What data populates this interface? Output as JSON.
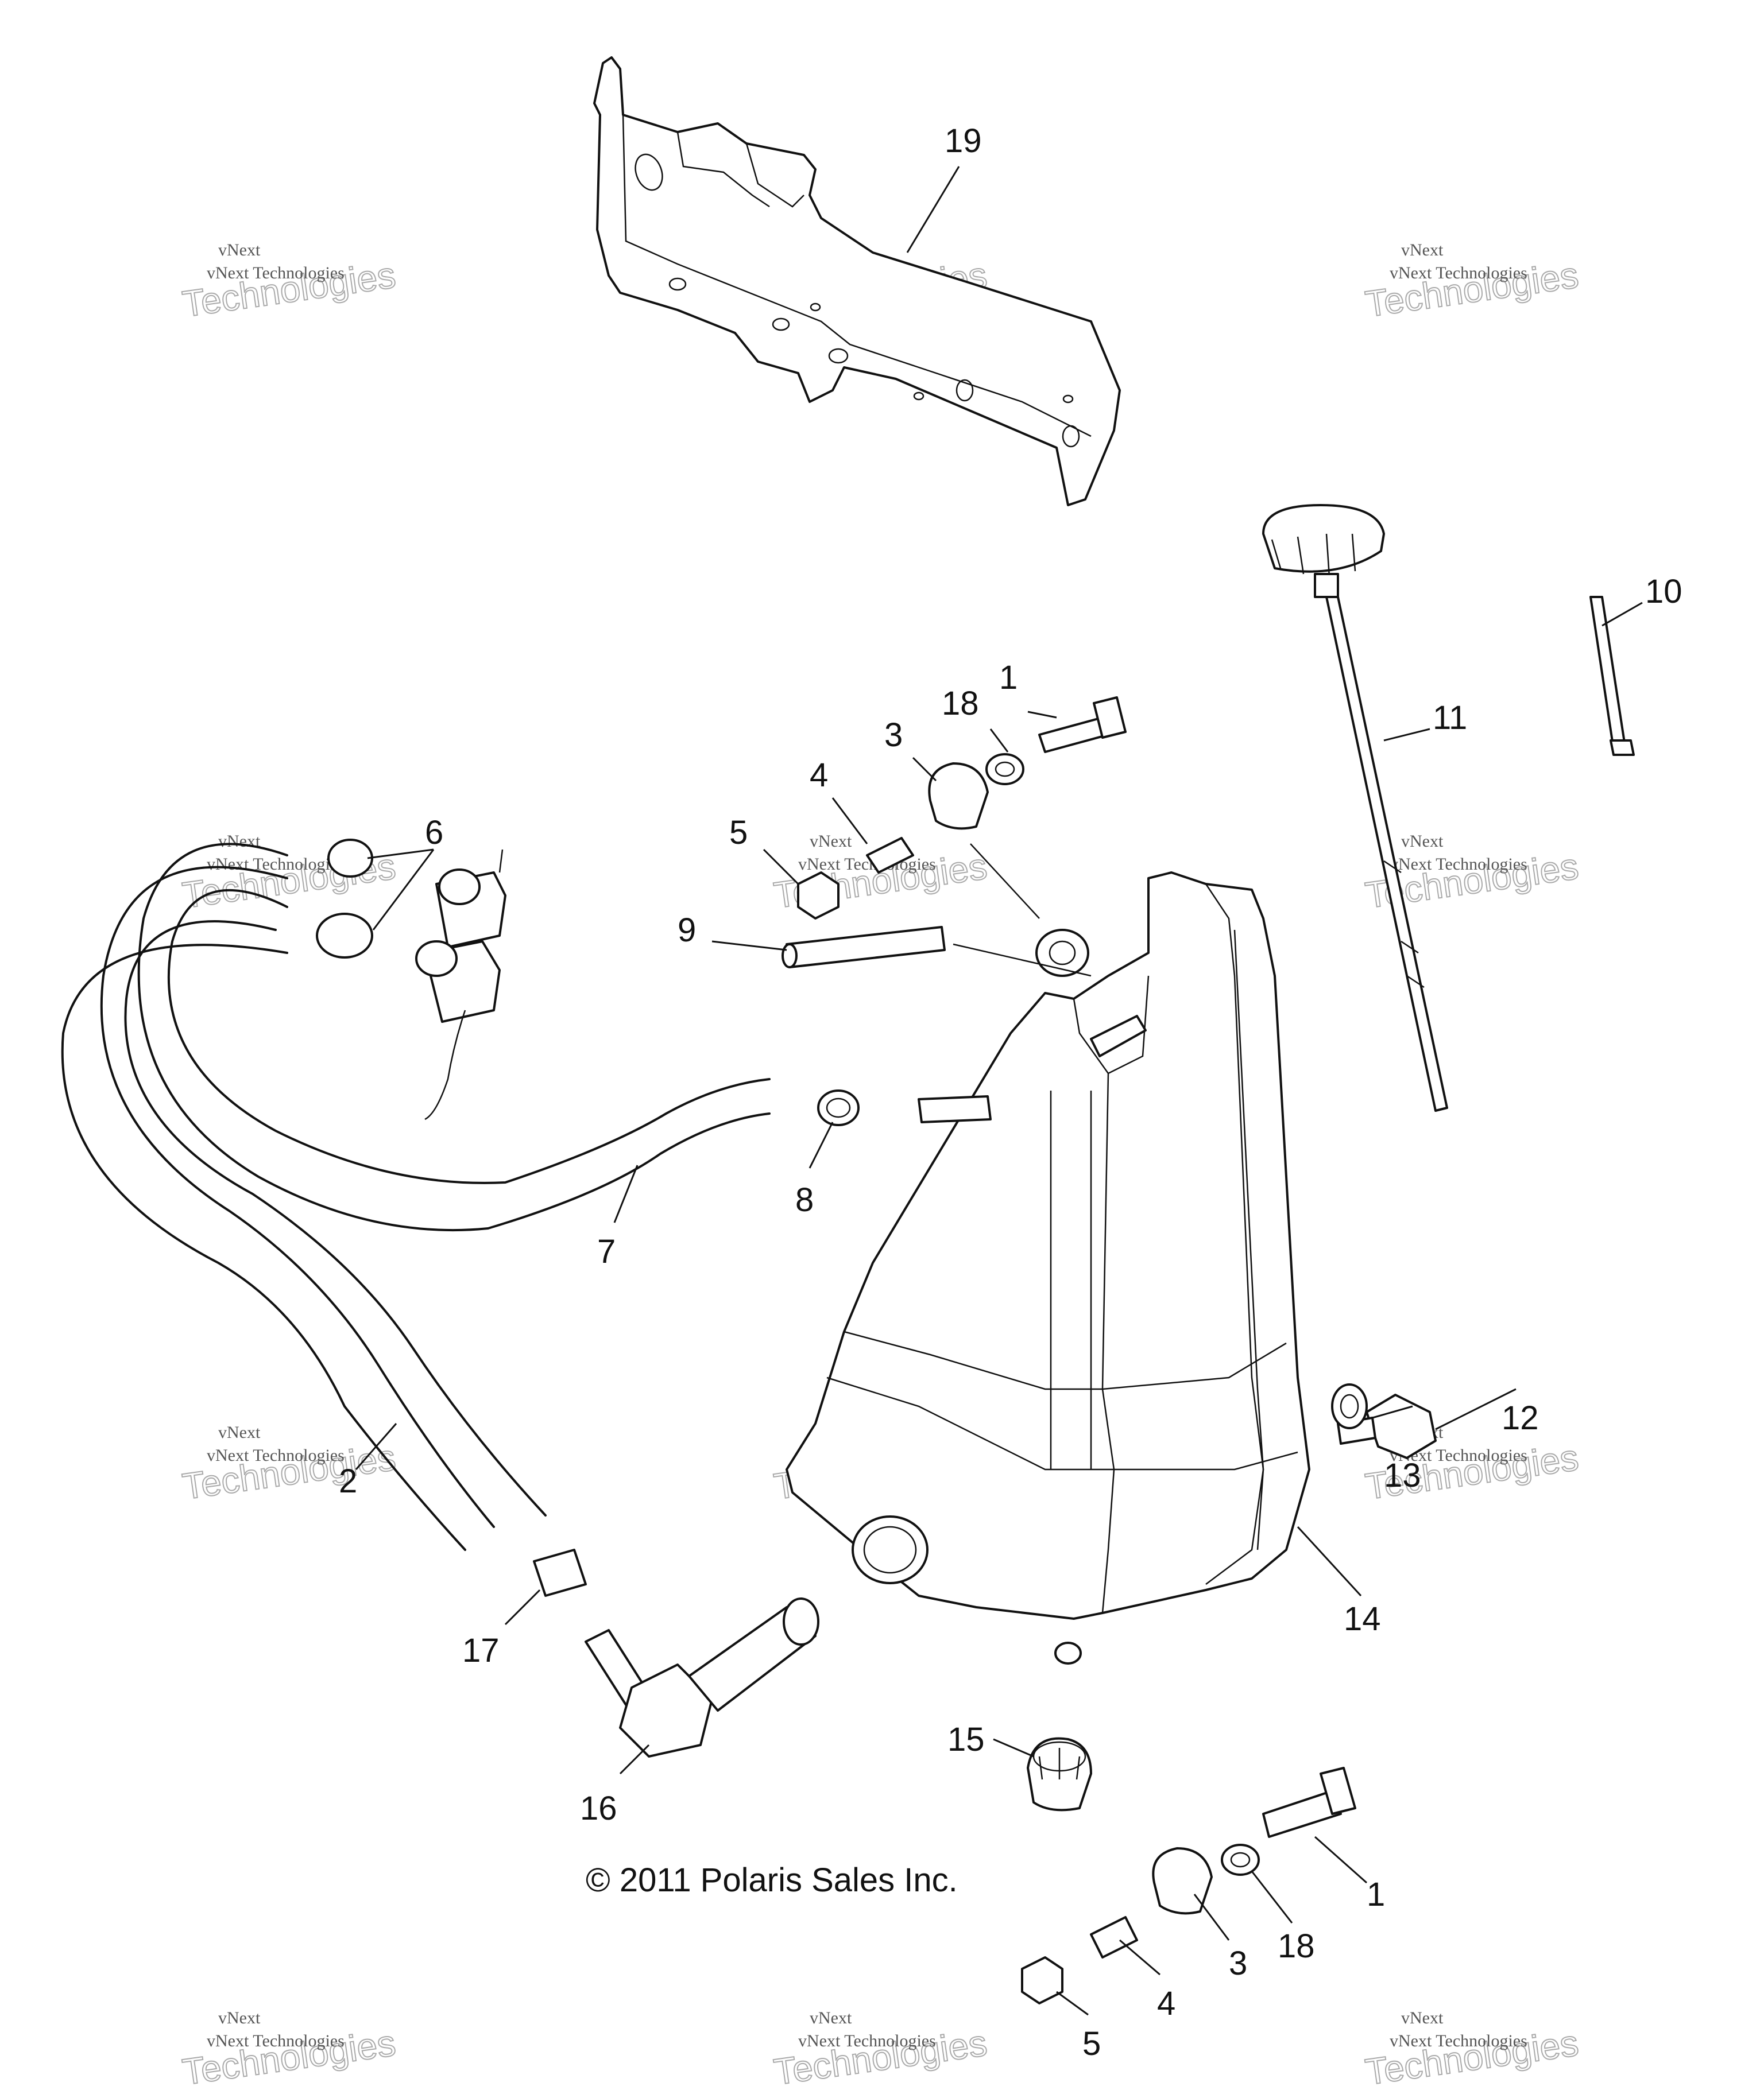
{
  "copyright": "© 2011 Polaris Sales Inc.",
  "watermark": {
    "top": "vNext",
    "line": "vNext Technologies",
    "big": "Technologies"
  },
  "callouts": [
    {
      "id": "19",
      "label": "19"
    },
    {
      "id": "10",
      "label": "10"
    },
    {
      "id": "11",
      "label": "11"
    },
    {
      "id": "18a",
      "label": "18"
    },
    {
      "id": "1a",
      "label": "1"
    },
    {
      "id": "3a",
      "label": "3"
    },
    {
      "id": "4a",
      "label": "4"
    },
    {
      "id": "5a",
      "label": "5"
    },
    {
      "id": "6",
      "label": "6"
    },
    {
      "id": "9",
      "label": "9"
    },
    {
      "id": "8",
      "label": "8"
    },
    {
      "id": "7",
      "label": "7"
    },
    {
      "id": "2",
      "label": "2"
    },
    {
      "id": "12",
      "label": "12"
    },
    {
      "id": "13",
      "label": "13"
    },
    {
      "id": "14",
      "label": "14"
    },
    {
      "id": "17",
      "label": "17"
    },
    {
      "id": "16",
      "label": "16"
    },
    {
      "id": "15",
      "label": "15"
    },
    {
      "id": "1b",
      "label": "1"
    },
    {
      "id": "18b",
      "label": "18"
    },
    {
      "id": "3b",
      "label": "3"
    },
    {
      "id": "4b",
      "label": "4"
    },
    {
      "id": "5b",
      "label": "5"
    }
  ]
}
